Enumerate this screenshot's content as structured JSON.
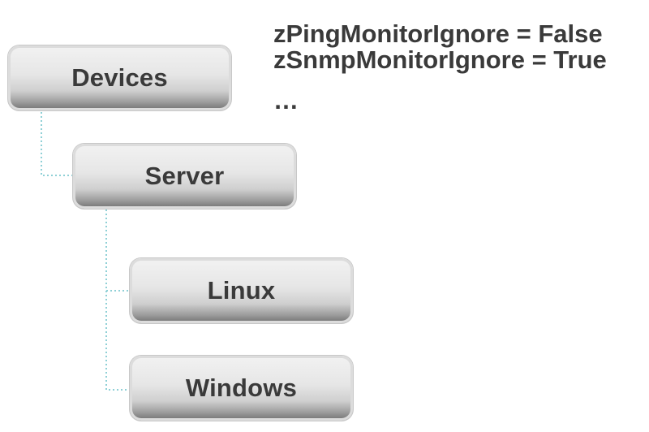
{
  "tree": {
    "nodes": [
      {
        "id": "devices",
        "label": "Devices"
      },
      {
        "id": "server",
        "label": "Server"
      },
      {
        "id": "linux",
        "label": "Linux"
      },
      {
        "id": "windows",
        "label": "Windows"
      }
    ]
  },
  "properties": {
    "lines": [
      "zPingMonitorIgnore = False",
      "zSnmpMonitorIgnore = True"
    ],
    "ellipsis": "…"
  },
  "colors": {
    "connector": "#8fd0d6",
    "text": "#3a3a3a"
  }
}
